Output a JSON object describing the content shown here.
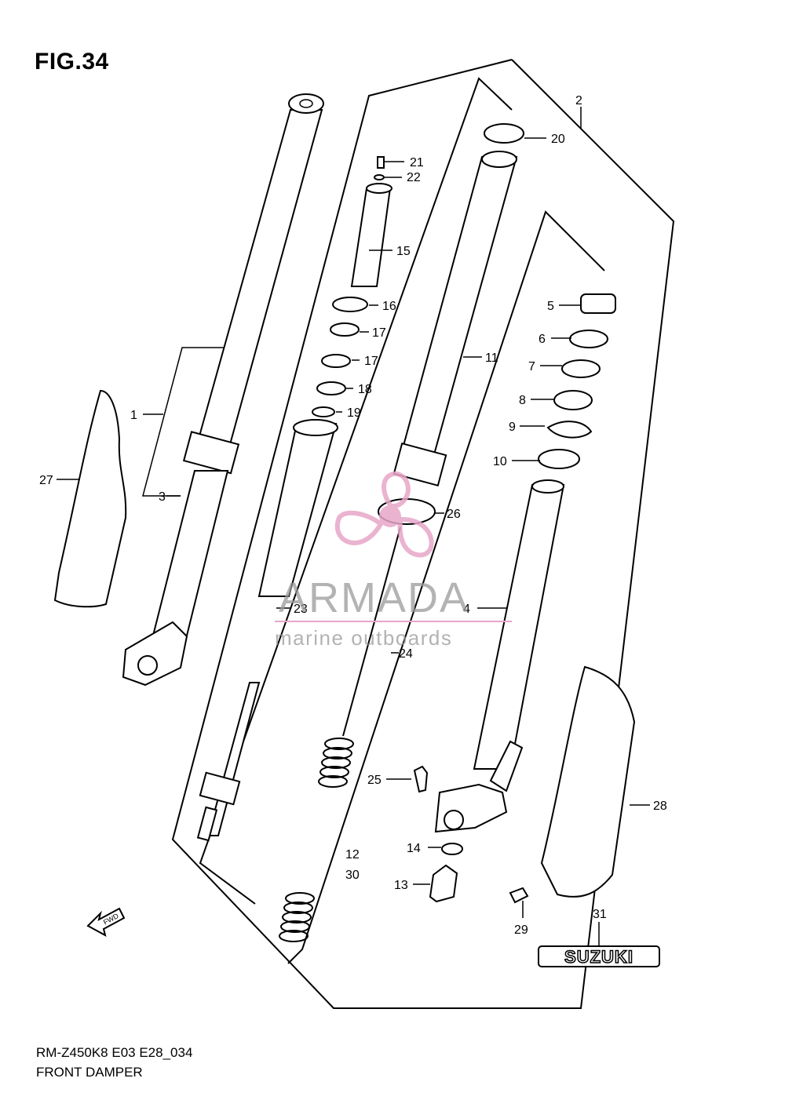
{
  "figure": {
    "title": "FIG.34",
    "model_code": "RM-Z450K8 E03 E28_034",
    "section_name": "FRONT DAMPER"
  },
  "callouts": {
    "c1": "1",
    "c2": "2",
    "c3": "3",
    "c4": "4",
    "c5": "5",
    "c6": "6",
    "c7": "7",
    "c8": "8",
    "c9": "9",
    "c10": "10",
    "c11": "11",
    "c12": "12",
    "c13": "13",
    "c14": "14",
    "c15": "15",
    "c16": "16",
    "c17a": "17",
    "c17b": "17",
    "c18": "18",
    "c19": "19",
    "c20": "20",
    "c21": "21",
    "c22": "22",
    "c23": "23",
    "c24": "24",
    "c25": "25",
    "c26": "26",
    "c27": "27",
    "c28": "28",
    "c29": "29",
    "c30": "30",
    "c31": "31"
  },
  "labels": {
    "fwd_arrow": "FWD",
    "brand_emblem": "SUZUKI"
  },
  "watermark": {
    "brand": "ARMADA",
    "tagline": "marine outboards",
    "accent_color": "#e7a6c8"
  },
  "icons": {
    "fwd_arrow": "arrow-left-icon",
    "watermark_logo": "propeller-logo-icon"
  }
}
